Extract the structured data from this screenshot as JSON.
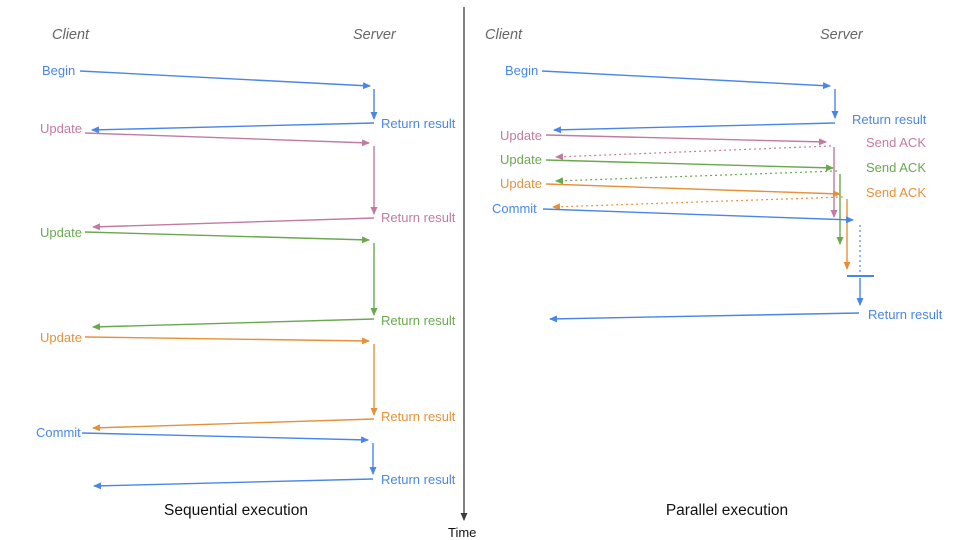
{
  "palette": {
    "blue": "#4a86e8",
    "pink": "#c27ba0",
    "green": "#6aa84f",
    "orange": "#e69138",
    "header_gray": "#666666",
    "axis": "#3d3d3d",
    "title": "#111111"
  },
  "left": {
    "title": "Sequential execution",
    "client_header": "Client",
    "server_header": "Server",
    "messages": [
      {
        "label": "Begin",
        "color": "blue",
        "response": "Return result"
      },
      {
        "label": "Update",
        "color": "pink",
        "response": "Return result"
      },
      {
        "label": "Update",
        "color": "green",
        "response": "Return result"
      },
      {
        "label": "Update",
        "color": "orange",
        "response": "Return result"
      },
      {
        "label": "Commit",
        "color": "blue",
        "response": "Return result"
      }
    ]
  },
  "right": {
    "title": "Parallel execution",
    "client_header": "Client",
    "server_header": "Server",
    "messages": [
      {
        "label": "Begin",
        "color": "blue",
        "response": "Return result"
      },
      {
        "label": "Update",
        "color": "pink",
        "response": "Send ACK"
      },
      {
        "label": "Update",
        "color": "green",
        "response": "Send ACK"
      },
      {
        "label": "Update",
        "color": "orange",
        "response": "Send ACK"
      },
      {
        "label": "Commit",
        "color": "blue",
        "response": "Return result"
      }
    ]
  },
  "time_axis": {
    "label": "Time"
  }
}
